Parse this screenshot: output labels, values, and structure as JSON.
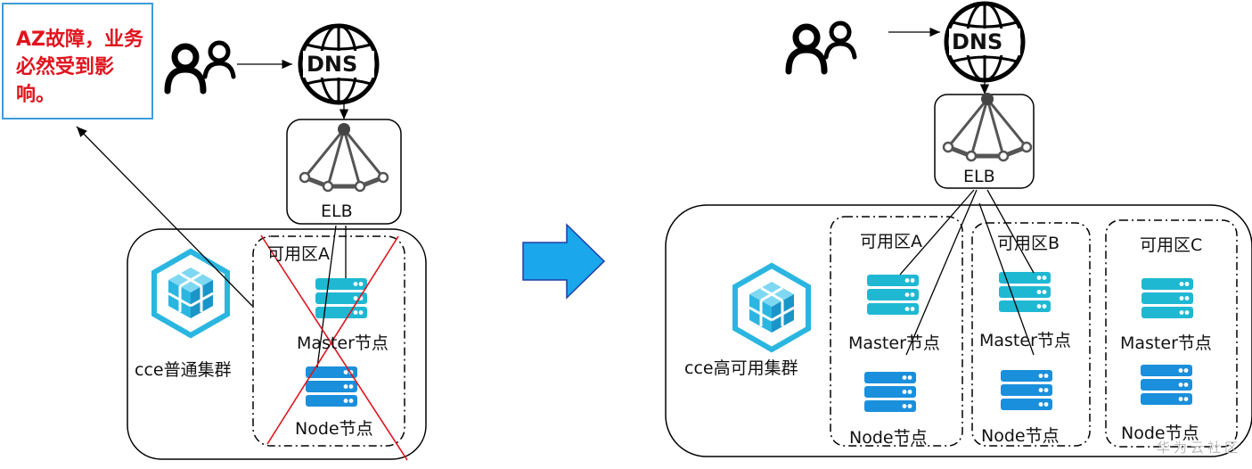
{
  "note": {
    "text": "AZ故障，业务必然受到影响。"
  },
  "left": {
    "dns_label": "DNS",
    "elb_label": "ELB",
    "cluster_label": "cce普通集群",
    "zone_label": "可用区A",
    "master_label": "Master节点",
    "node_label": "Node节点"
  },
  "right": {
    "dns_label": "DNS",
    "elb_label": "ELB",
    "cluster_label": "cce高可用集群",
    "zones": [
      {
        "label": "可用区A",
        "master_label": "Master节点",
        "node_label": "Node节点"
      },
      {
        "label": "可用区B",
        "master_label": "Master节点",
        "node_label": "Node节点"
      },
      {
        "label": "可用区C",
        "master_label": "Master节点",
        "node_label": "Node节点"
      }
    ]
  },
  "watermark": "华为云社区",
  "colors": {
    "alert_red": "#e0141e",
    "note_border": "#3c9ddb",
    "master_icon": "#1fb8d3",
    "node_icon": "#1a8fdc",
    "arrow_fill": "#1aa7ec",
    "arrow_stroke": "#1f3fa6",
    "cube_icon": "#2ab6e0"
  }
}
